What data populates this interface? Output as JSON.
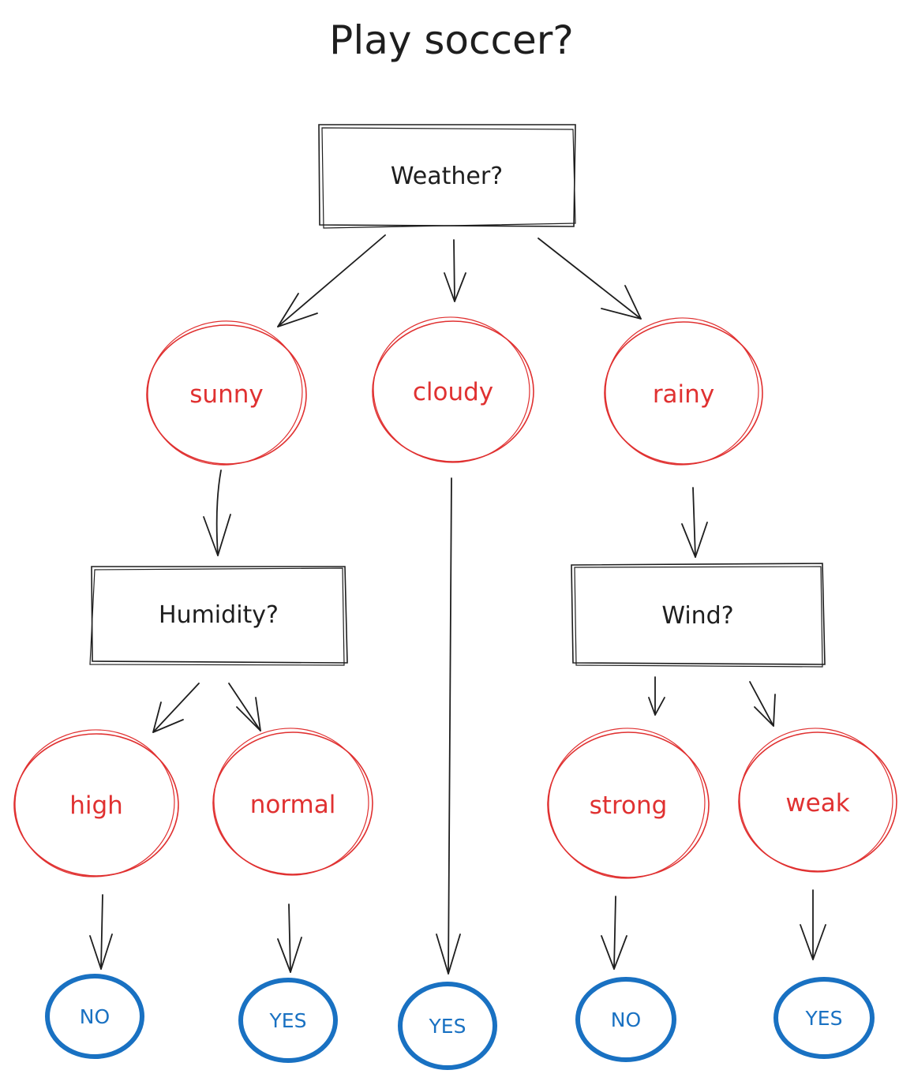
{
  "title": "Play soccer?",
  "colors": {
    "ink": "#1e1e1e",
    "option": "#e03131",
    "leaf": "#1971c2"
  },
  "questions": {
    "weather": "Weather?",
    "humidity": "Humidity?",
    "wind": "Wind?"
  },
  "options": {
    "sunny": "sunny",
    "cloudy": "cloudy",
    "rainy": "rainy",
    "high": "high",
    "normal": "normal",
    "strong": "strong",
    "weak": "weak"
  },
  "outcomes": {
    "high": "NO",
    "normal": "YES",
    "cloudy": "YES",
    "strong": "NO",
    "weak": "YES"
  }
}
